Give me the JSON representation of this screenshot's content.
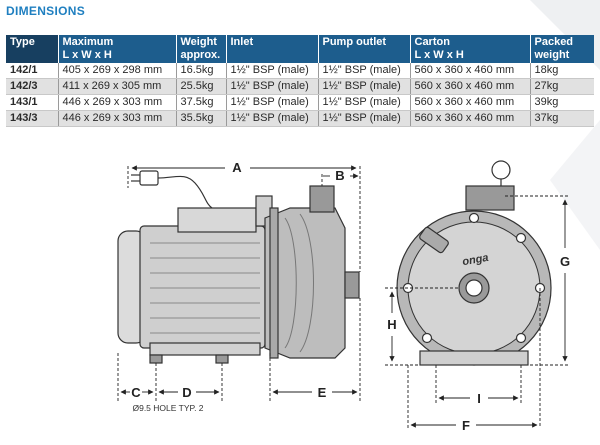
{
  "heading": "DIMENSIONS",
  "table": {
    "headers": [
      {
        "line1": "Type",
        "line2": ""
      },
      {
        "line1": "Maximum",
        "line2": "L x W x H"
      },
      {
        "line1": "Weight",
        "line2": "approx."
      },
      {
        "line1": "Inlet",
        "line2": ""
      },
      {
        "line1": "Pump outlet",
        "line2": ""
      },
      {
        "line1": "Carton",
        "line2": "L x W x H"
      },
      {
        "line1": "Packed",
        "line2": "weight"
      }
    ],
    "rows": [
      [
        "142/1",
        "405 x 269 x 298 mm",
        "16.5kg",
        "1½\" BSP (male)",
        "1½\" BSP (male)",
        "560 x 360 x 460 mm",
        "18kg"
      ],
      [
        "142/3",
        "411 x 269 x 305 mm",
        "25.5kg",
        "1½\" BSP (male)",
        "1½\" BSP (male)",
        "560 x 360 x 460 mm",
        "27kg"
      ],
      [
        "143/1",
        "446 x 269 x 303 mm",
        "37.5kg",
        "1½\" BSP (male)",
        "1½\" BSP (male)",
        "560 x 360 x 460 mm",
        "39kg"
      ],
      [
        "143/3",
        "446 x 269 x 303 mm",
        "35.5kg",
        "1½\" BSP (male)",
        "1½\" BSP (male)",
        "560 x 360 x 460 mm",
        "37kg"
      ]
    ]
  },
  "diagram": {
    "labels": {
      "A": "A",
      "B": "B",
      "C": "C",
      "D": "D",
      "E": "E",
      "F": "F",
      "G": "G",
      "H": "H",
      "I": "I"
    },
    "hole_note": "Ø9.5 HOLE TYP. 2",
    "brand": "onga"
  },
  "colors": {
    "heading": "#1f7fc0",
    "header_bg": "#1d5d8d",
    "row_alt": "#e1e1e1"
  }
}
